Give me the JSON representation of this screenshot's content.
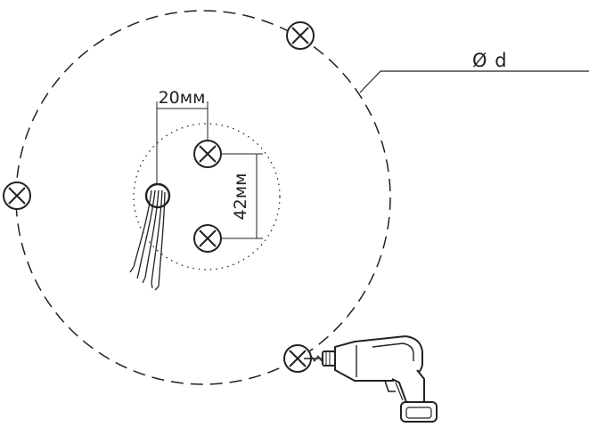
{
  "diagram": {
    "labels": {
      "horizontal_spacing": "20мм",
      "vertical_spacing": "42мм",
      "diameter_symbol": "Ø",
      "diameter_var": "d"
    },
    "elements": {
      "outer_circle": "dashed",
      "inner_circle": "dotted",
      "screw_mark": "circle-x",
      "tool": "drill-icon",
      "cable": "wire-bundle"
    },
    "colors": {
      "line": "#222222",
      "background": "#ffffff"
    }
  }
}
